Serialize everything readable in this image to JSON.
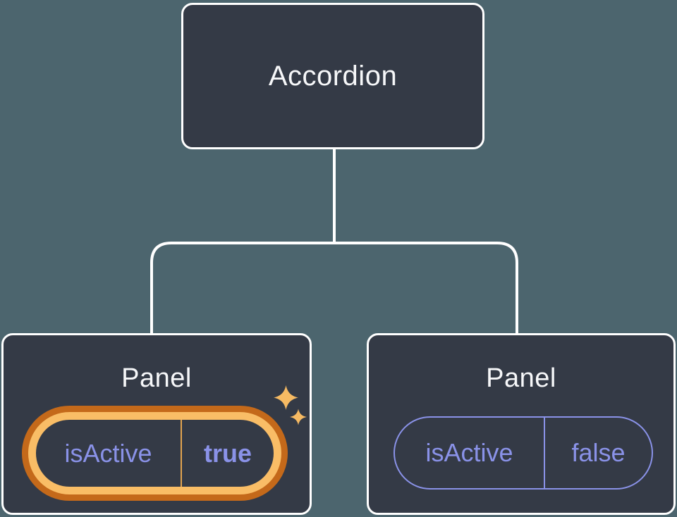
{
  "tree": {
    "root": {
      "label": "Accordion"
    },
    "children": [
      {
        "label": "Panel",
        "state": "active",
        "highlighted": true,
        "prop": {
          "name": "isActive",
          "value": "true"
        }
      },
      {
        "label": "Panel",
        "state": "inactive",
        "highlighted": false,
        "prop": {
          "name": "isActive",
          "value": "false"
        }
      }
    ]
  },
  "icons": {
    "sparkle_large": "sparkle-large-icon",
    "sparkle_small": "sparkle-small-icon"
  },
  "colors": {
    "background": "#4C656E",
    "node_fill": "#343A46",
    "node_border": "#FFFFFF",
    "title_text": "#F6F7F9",
    "prop_text": "#8A92E8",
    "highlight_ring_outer": "#C4691A",
    "highlight_ring_inner": "#F9BD66",
    "highlight_divider": "#E3A44F",
    "sparkle": "#F6BA63",
    "connector": "#FFFFFF"
  }
}
